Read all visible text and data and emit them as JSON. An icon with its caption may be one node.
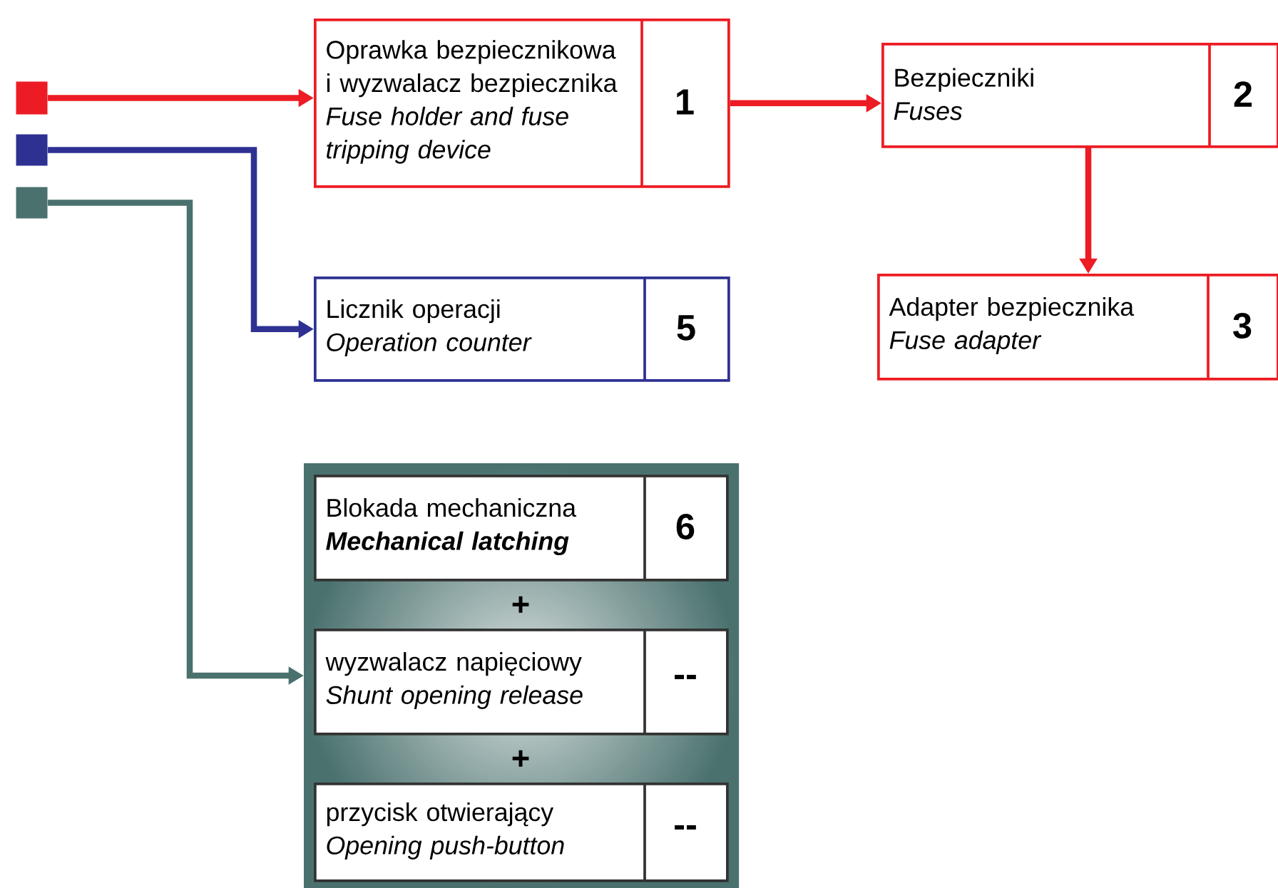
{
  "diagram": {
    "nodes": [
      {
        "text": [],
        "shape": "box"
      },
      {
        "text": [],
        "shape": "box"
      },
      {
        "text": [],
        "shape": "box"
      },
      {
        "text": [
          "Oprawka bezpiecznikowa i wyzwalacz bezpiecznika",
          "Fuse holder and fuse tripping device",
          "1"
        ]
      },
      {
        "text": [
          "Bezpieczniki",
          "Fuses",
          "2"
        ]
      },
      {
        "text": [
          "Adapter bezpiecznika",
          "Fuse adapter",
          "3"
        ]
      },
      {
        "text": [
          "Licznik operacji",
          "Operation counter",
          "5"
        ]
      },
      {
        "text": [
          "+",
          "+"
        ]
      },
      {
        "text": [
          "Blokada mechaniczna",
          "Mechanical latching",
          "6"
        ],
        "in": 7
      },
      {
        "text": [
          "wyzwalacz napięciowy",
          "Shunt opening release",
          "--"
        ],
        "in": 7
      },
      {
        "text": [
          "przycisk otwierający",
          "Opening push-button",
          "--"
        ],
        "in": 7
      }
    ],
    "edges": [
      {
        "from": 0,
        "to": 3,
        "arrow": "to"
      },
      {
        "from": 3,
        "to": 4,
        "arrow": "to"
      },
      {
        "from": 4,
        "to": 5,
        "arrow": "to"
      },
      {
        "from": 1,
        "to": 6,
        "arrow": "to",
        "color": "#2e3192"
      },
      {
        "from": 2,
        "to": 7,
        "arrow": "to",
        "color": "#4a716e"
      }
    ]
  }
}
